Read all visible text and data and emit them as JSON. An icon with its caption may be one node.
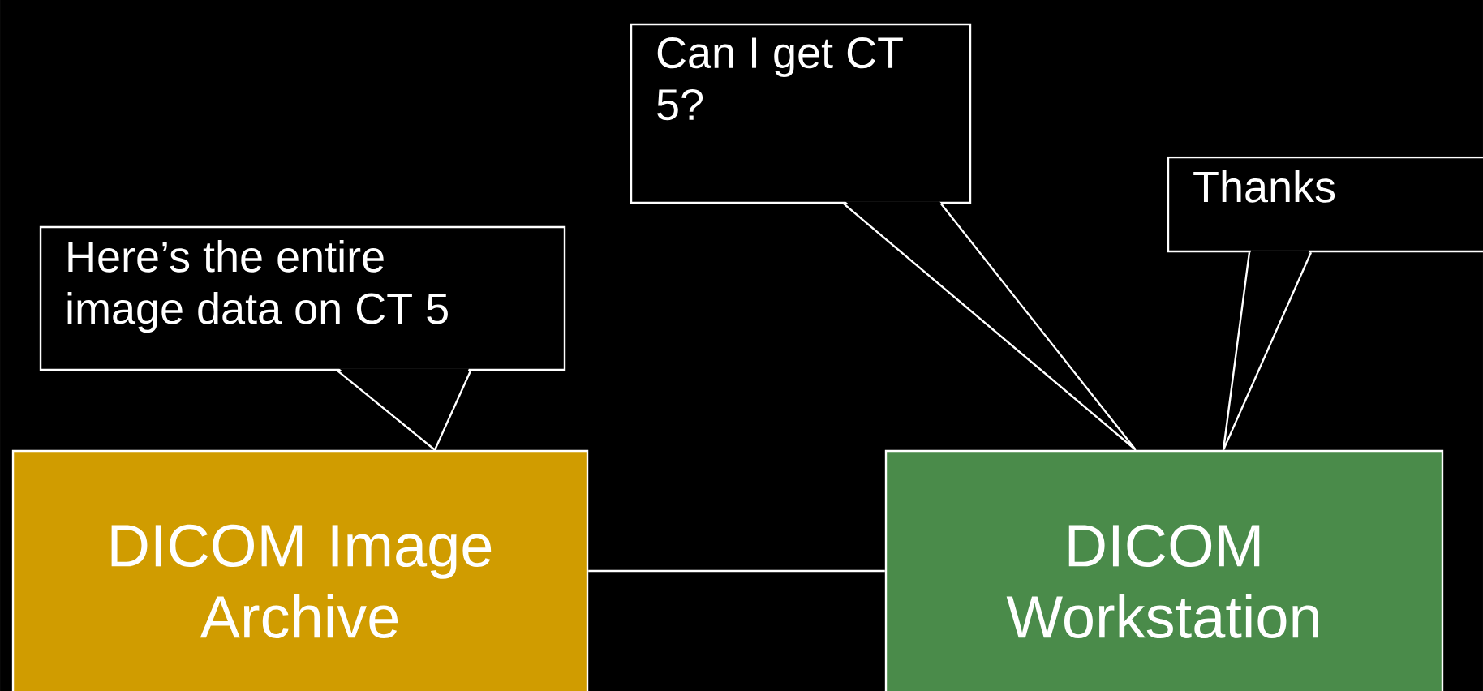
{
  "diagram": {
    "nodes": [
      {
        "text": [
          "Here’s the entire image data on CT 5"
        ]
      },
      {
        "text": [
          "DICOM Image Archive"
        ]
      },
      {
        "text": [
          "Can I get CT 5?"
        ]
      },
      {
        "text": [
          "Thanks"
        ]
      },
      {
        "text": [
          "DICOM Workstation"
        ]
      }
    ],
    "edges": [
      {
        "from": 1,
        "to": 4,
        "arrow": "none"
      },
      {
        "from": 0,
        "to": 1,
        "arrow": "none"
      },
      {
        "from": 2,
        "to": 4,
        "arrow": "none"
      },
      {
        "from": 3,
        "to": 4,
        "arrow": "none"
      }
    ]
  }
}
